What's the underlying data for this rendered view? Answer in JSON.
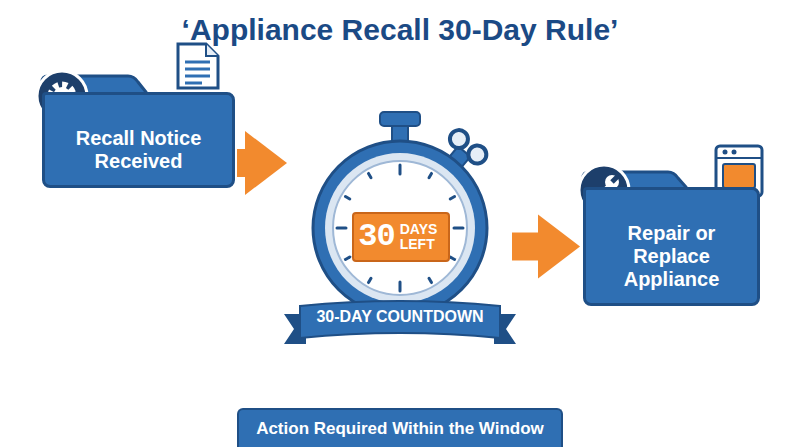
{
  "diagram": {
    "title": "‘Appliance Recall 30-Day Rule’",
    "nodes": [
      {
        "text": [
          "Recall Notice Received"
        ]
      },
      {
        "text": [
          "30-DAY COUNTDOWN"
        ]
      },
      {
        "text": [
          "30",
          "DAYS LEFT"
        ],
        "in": 1
      },
      {
        "text": [
          "Repair or Replace Appliance"
        ]
      },
      {
        "text": [
          "Action Required Within the Window"
        ]
      }
    ],
    "edges": [
      {
        "from": 0,
        "to": 1,
        "arrow": "to"
      },
      {
        "from": 1,
        "to": 3,
        "arrow": "to"
      }
    ]
  }
}
